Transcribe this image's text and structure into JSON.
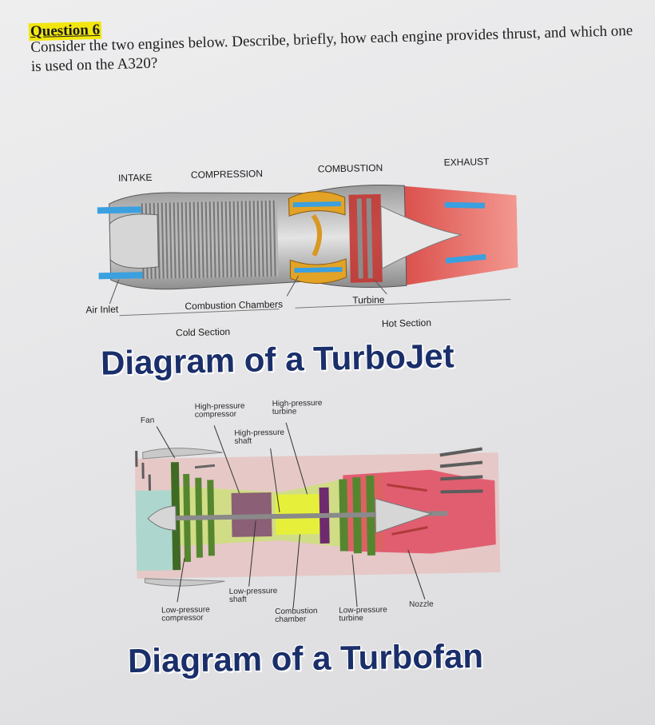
{
  "question": {
    "label": "Question 6",
    "prompt": "Consider the two engines below. Describe, briefly, how each engine provides thrust, and which one is used on the A320?"
  },
  "turbojet": {
    "title": "Diagram of a TurboJet",
    "stage_labels": {
      "intake": "INTAKE",
      "compression": "COMPRESSION",
      "combustion": "COMBUSTION",
      "exhaust": "EXHAUST"
    },
    "part_labels": {
      "air_inlet": "Air Inlet",
      "combustion_chambers": "Combustion Chambers",
      "turbine": "Turbine",
      "cold_section": "Cold Section",
      "hot_section": "Hot Section"
    }
  },
  "turbofan": {
    "title": "Diagram of a Turbofan",
    "labels": {
      "fan": "Fan",
      "hp_compressor": "High-pressure\ncompressor",
      "hp_turbine": "High-pressure\nturbine",
      "hp_shaft": "High-pressure\nshaft",
      "lp_shaft": "Low-pressure\nshaft",
      "lp_compressor": "Low-pressure\ncompressor",
      "combustion_chamber": "Combustion\nchamber",
      "lp_turbine": "Low-pressure\nturbine",
      "nozzle": "Nozzle"
    }
  },
  "colors": {
    "highlight": "#f2e60e",
    "title_blue": "#1a2f6a",
    "hot_red": "#e23a36",
    "flow_blue": "#3aa0e0",
    "fan_green": "#4c7a2a",
    "combustor_yellow": "#e6f03a"
  }
}
